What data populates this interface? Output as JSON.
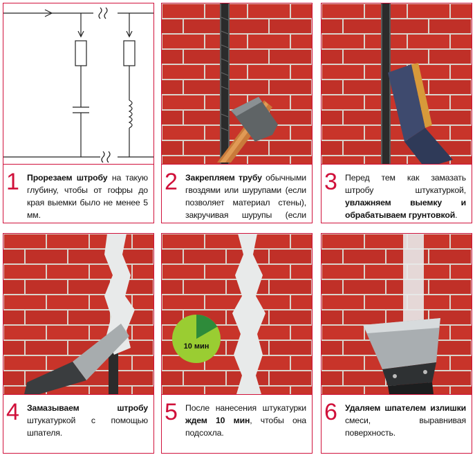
{
  "steps": [
    {
      "number": "1",
      "bold": "Прорезаем штробу",
      "rest": " на такую глубину, чтобы от гофры до края выемки было не менее 5 мм."
    },
    {
      "number": "2",
      "bold": "Закрепляем трубу",
      "rest": " обычными гвоздями или шурупами (если позволяет материал стены), закручивая шурупы (если позволяет материал стены)."
    },
    {
      "number": "3",
      "pre": "Перед тем как замазать штробу штукатуркой, ",
      "bold": "увлажняем выемку и обрабатываем грунтовкой",
      "rest": "."
    },
    {
      "number": "4",
      "bold": "Замазываем штробу",
      "rest": " штукатуркой с помощью шпателя."
    },
    {
      "number": "5",
      "pre": "После нанесения штукатурки ",
      "bold": "ждем 10 мин",
      "rest": ", чтобы она подсохла."
    },
    {
      "number": "6",
      "bold": "Удаляем шпателем излишки",
      "rest": " смеси, выравнивая поверхность."
    }
  ],
  "timer": {
    "label": "10 мин",
    "fraction": 0.1667
  },
  "colors": {
    "accent": "#d0103a",
    "brick": "#c8342a",
    "mortar": "#d9d4cc",
    "timer_green": "#2e8b3a",
    "timer_light": "#9acd32"
  }
}
